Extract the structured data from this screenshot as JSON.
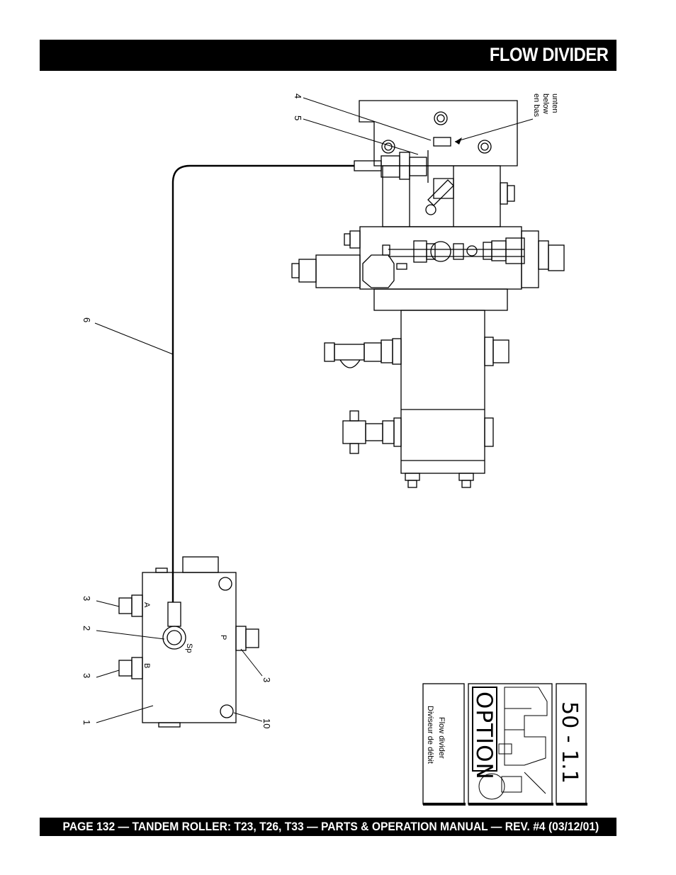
{
  "header": {
    "title": "FLOW DIVIDER"
  },
  "footer": {
    "text": "PAGE 132 — TANDEM ROLLER: T23, T26, T33 — PARTS & OPERATION MANUAL — REV. #4 (03/12/01)"
  },
  "diagram": {
    "callouts": {
      "c1": "1",
      "c2": "2",
      "c3a": "3",
      "c3b": "3",
      "c3c": "3",
      "c4": "4",
      "c5": "5",
      "c6": "6",
      "c10": "10"
    },
    "port_labels": {
      "a": "A",
      "b": "B",
      "p": "P",
      "sp": "Sp"
    },
    "location_note": [
      "unten",
      "below",
      "en bas"
    ]
  },
  "reference_box": {
    "number": "50 - 1.1",
    "option": "OPTION",
    "name_en": "Flow divider",
    "name_fr": "Diviseur de débit"
  }
}
